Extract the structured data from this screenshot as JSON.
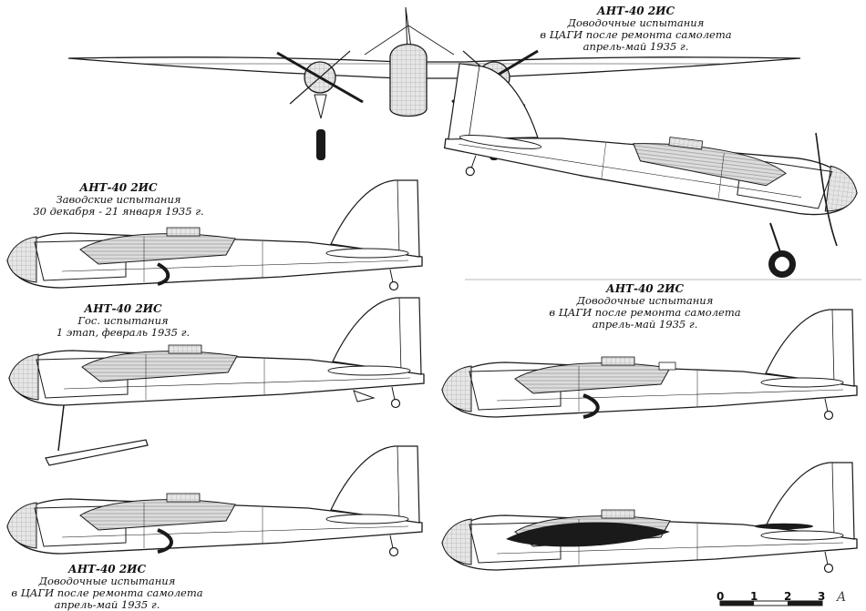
{
  "captions": {
    "top": {
      "title": "АНТ-40 2ИС",
      "lines": [
        "Доводочные испытания",
        "в ЦАГИ после ремонта самолета",
        "апрель-май 1935 г."
      ]
    },
    "left1": {
      "title": "АНТ-40 2ИС",
      "lines": [
        "Заводские испытания",
        "30 декабря - 21 января 1935 г."
      ]
    },
    "left2": {
      "title": "АНТ-40 2ИС",
      "lines": [
        "Гос. испытания",
        "1 этап, февраль 1935 г."
      ]
    },
    "right2": {
      "title": "АНТ-40 2ИС",
      "lines": [
        "Доводочные испытания",
        "в ЦАГИ после ремонта самолета",
        "апрель-май 1935 г."
      ]
    },
    "bottom": {
      "title": "АНТ-40 2ИС",
      "lines": [
        "Доводочные испытания",
        "в ЦАГИ после ремонта самолета",
        "апрель-май 1935 г."
      ]
    }
  },
  "scale": {
    "labels": [
      "0",
      "1",
      "2",
      "3"
    ]
  },
  "signature_mark": "A",
  "colors": {
    "ink": "#1a1a1a",
    "shade": "#bdbdbd",
    "paper": "#ffffff"
  }
}
